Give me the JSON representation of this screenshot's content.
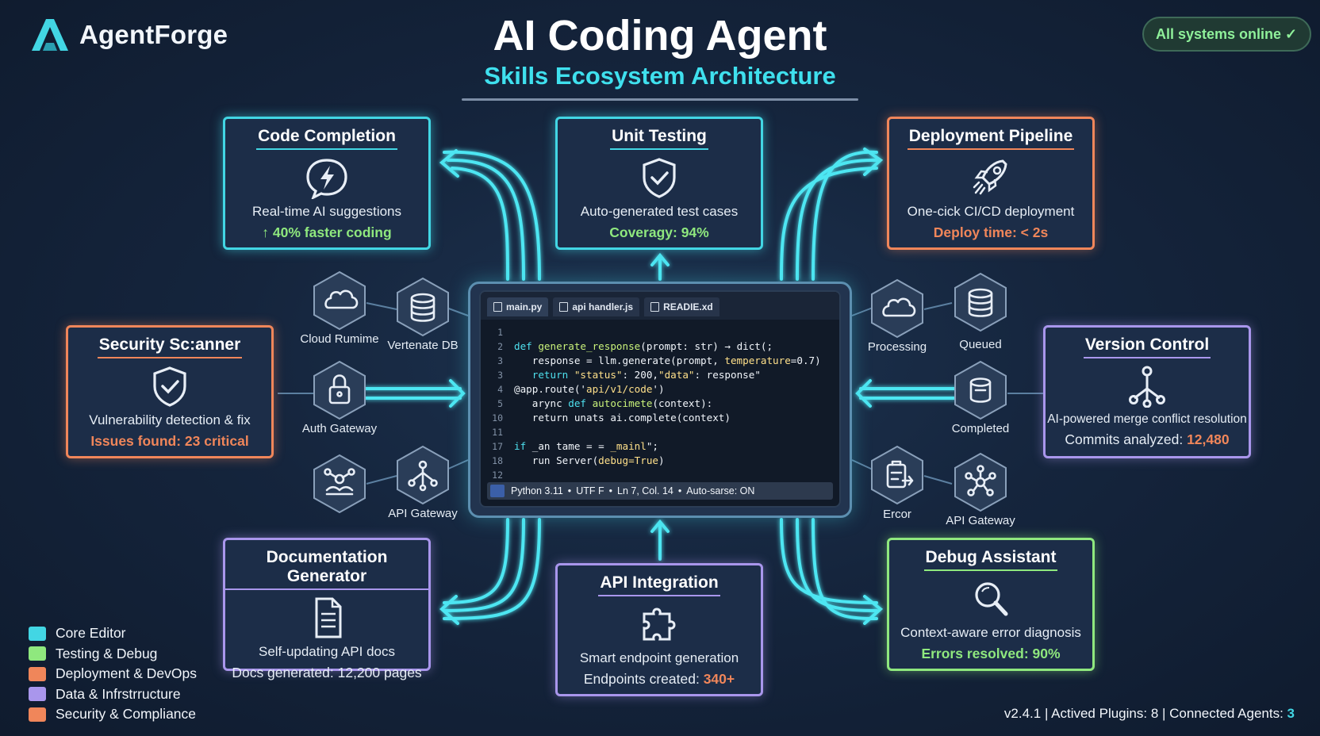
{
  "header": {
    "logo_text": "AgentForge",
    "title": "AI Coding Agent",
    "subtitle": "Skills Ecosystem Architecture",
    "status_pill": "All systems online ✓"
  },
  "skills": {
    "code_completion": {
      "title": "Code Completion",
      "icon": "lightning-bubble-icon",
      "desc": "Real-time AI suggestions",
      "metric": "↑ 40% faster coding",
      "color": "#42d6e4"
    },
    "unit_testing": {
      "title": "Unit Testing",
      "icon": "shield-check-icon",
      "desc": "Auto-generated test cases",
      "metric": "Coveragy: 94%",
      "color": "#42d6e4"
    },
    "deployment_pipeline": {
      "title": "Deployment Pipeline",
      "icon": "rocket-icon",
      "desc": "One-cick CI/CD deployment",
      "metric": "Deploy time: < 2s",
      "color": "#f0865a"
    },
    "security_scanner": {
      "title": "Security Sc:anner",
      "icon": "shield-check-icon",
      "desc": "Vulnerability detection & fix",
      "metric": "Issues found: 23 critical",
      "color": "#f0865a"
    },
    "version_control": {
      "title": "Version Control",
      "icon": "git-branch-icon",
      "desc": "AI-powered merge conflict resolution",
      "metric_label": "Commits analyzed:",
      "metric_value": "12,480",
      "color": "#a996ec"
    },
    "documentation_generator": {
      "title": "Documentation Generator",
      "icon": "document-icon",
      "desc": "Self-updating API docs",
      "metric": "Docs generated: 12,200 pages",
      "color": "#a996ec"
    },
    "api_integration": {
      "title": "API Integration",
      "icon": "puzzle-icon",
      "desc": "Smart endpoint generation",
      "metric_label": "Endpoints created:",
      "metric_value": "340+",
      "color": "#a996ec"
    },
    "debug_assistant": {
      "title": "Debug Assistant",
      "icon": "magnifier-icon",
      "desc": "Context-aware error diagnosis",
      "metric": "Errors resolved: 90%",
      "color": "#8fe87e"
    }
  },
  "nodes": {
    "cloud_runtime": {
      "label": "Cloud Rumime",
      "icon": "cloud-icon"
    },
    "vertenate_db": {
      "label": "Vertenate DB",
      "icon": "database-icon"
    },
    "auth_gateway": {
      "label": "Auth Gateway",
      "icon": "lock-icon"
    },
    "network_node": {
      "label": "",
      "icon": "network-icon"
    },
    "api_gateway_left": {
      "label": "API Gateway",
      "icon": "api-tree-icon"
    },
    "processing": {
      "label": "Processing",
      "icon": "cloud-icon"
    },
    "queued": {
      "label": "Queued",
      "icon": "database-icon"
    },
    "completed": {
      "label": "Completed",
      "icon": "cylinder-icon"
    },
    "error": {
      "label": "Ercor",
      "icon": "clipboard-icon"
    },
    "api_gateway_right": {
      "label": "API Gateway",
      "icon": "hub-icon"
    }
  },
  "editor": {
    "tabs": [
      "main.py",
      "api handler.js",
      "READIE.xd"
    ],
    "lines": [
      {
        "n": "1",
        "parts": []
      },
      {
        "n": "2",
        "parts": [
          [
            "kw",
            "def "
          ],
          [
            "fn",
            "generate_response"
          ],
          [
            "nm",
            "(prompt: str) → dict(;"
          ]
        ]
      },
      {
        "n": "3",
        "parts": [
          [
            "nm",
            "   response = llm.generate(prompt, "
          ],
          [
            "st",
            "temperature"
          ],
          [
            "nm",
            "=0.7)"
          ]
        ]
      },
      {
        "n": "3",
        "parts": [
          [
            "kw",
            "   return "
          ],
          [
            "st",
            "\"status\""
          ],
          [
            "nm",
            ": 200,"
          ],
          [
            "st",
            "\"data\""
          ],
          [
            "nm",
            ": response\""
          ]
        ]
      },
      {
        "n": "4",
        "parts": [
          [
            "nm",
            "@app.route('"
          ],
          [
            "st",
            "api/v1/code"
          ],
          [
            "nm",
            "')"
          ]
        ]
      },
      {
        "n": "5",
        "parts": [
          [
            "nm",
            "   arync "
          ],
          [
            "kw",
            "def "
          ],
          [
            "fn",
            "autocimete"
          ],
          [
            "nm",
            "(context):"
          ]
        ]
      },
      {
        "n": "10",
        "parts": [
          [
            "nm",
            "   return unats ai.complete(context)"
          ]
        ]
      },
      {
        "n": "11",
        "parts": []
      },
      {
        "n": "17",
        "parts": [
          [
            "kw",
            "if "
          ],
          [
            "nm",
            "_an tame = = "
          ],
          [
            "st",
            "_mainl"
          ],
          [
            "nm",
            "\";"
          ]
        ]
      },
      {
        "n": "18",
        "parts": [
          [
            "nm",
            "   run Server("
          ],
          [
            "st",
            "debug=True"
          ],
          [
            "nm",
            ")"
          ]
        ]
      },
      {
        "n": "12",
        "parts": []
      }
    ],
    "status": [
      "Python 3.11",
      "•",
      "UTF F",
      "•",
      "Ln 7, Col. 14",
      "•",
      "Auto-sarse: ON"
    ]
  },
  "legend": [
    {
      "label": "Core Editor",
      "color": "#42d6e4"
    },
    {
      "label": "Testing & Debug",
      "color": "#8fe87e"
    },
    {
      "label": "Deployment & DevOps",
      "color": "#f0865a"
    },
    {
      "label": "Data & Infrstrructure",
      "color": "#a996ec"
    },
    {
      "label": "Security & Compliance",
      "color": "#f0865a"
    }
  ],
  "footer": {
    "text": "v2.4.1 | Actived Plugins: 8 | Connected Agents:",
    "agents": "3"
  }
}
